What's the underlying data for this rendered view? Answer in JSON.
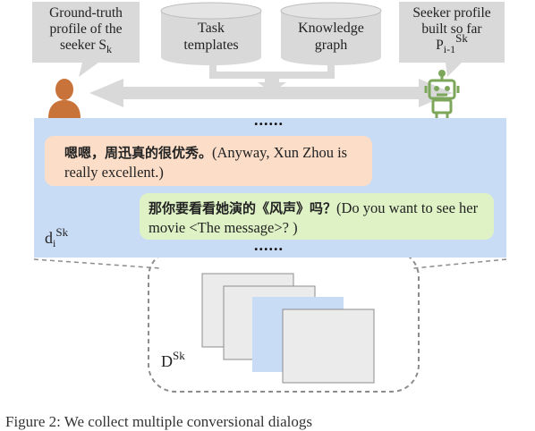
{
  "ground_truth": {
    "line1": "Ground-truth",
    "line2": "profile of the",
    "line3": "seeker S",
    "line3_sub": "k"
  },
  "task_templates": {
    "line1": "Task",
    "line2": "templates"
  },
  "knowledge_graph": {
    "line1": "Knowledge",
    "line2": "graph"
  },
  "seeker_profile": {
    "line1": "Seeker profile",
    "line2": "built so far",
    "line3": "P",
    "line3_sub": "i-1",
    "line3_sup": "Sk"
  },
  "dialogue": {
    "dots_top": "......",
    "dots_bottom": "......",
    "message1": {
      "zh": "嗯嗯，周迅真的很优秀。",
      "en": "(Anyway, Xun Zhou is really excellent.)"
    },
    "message2": {
      "zh": "那你要看看她演的《风声》吗？",
      "en": "(Do you want to see her movie <The message>? )"
    },
    "label_main": "d",
    "label_sub": "i",
    "label_sup": "Sk"
  },
  "dataset": {
    "label_main": "D",
    "label_sup": "Sk"
  },
  "caption_fragment": "Figure 2: We collect multiple conversional dialogs",
  "colors": {
    "person": "#c8733a",
    "robot": "#7ca75a",
    "arrow": "#d9d9d9",
    "bubble": "#d9d9d9",
    "panel": "#c9dcf6",
    "msg1": "#fbddc8",
    "msg2": "#def2c5"
  }
}
